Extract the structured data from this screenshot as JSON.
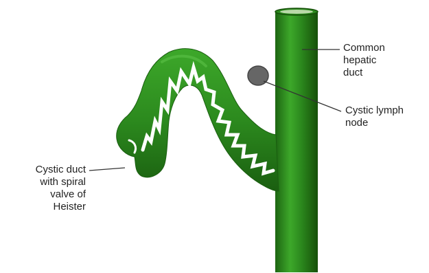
{
  "labels": {
    "common_hepatic_duct": [
      "Common",
      "hepatic",
      "duct"
    ],
    "cystic_lymph_node": [
      "Cystic lymph",
      "node"
    ],
    "cystic_duct": [
      "Cystic duct",
      "with spiral",
      "valve of",
      "Heister"
    ]
  },
  "colors": {
    "duct_green": "#2c8a1e",
    "duct_highlight": "#4fb83c",
    "duct_shadow": "#1a5e10",
    "lymph_node": "#666666",
    "leader_line": "#333333",
    "spiral_valve": "#ffffff"
  }
}
